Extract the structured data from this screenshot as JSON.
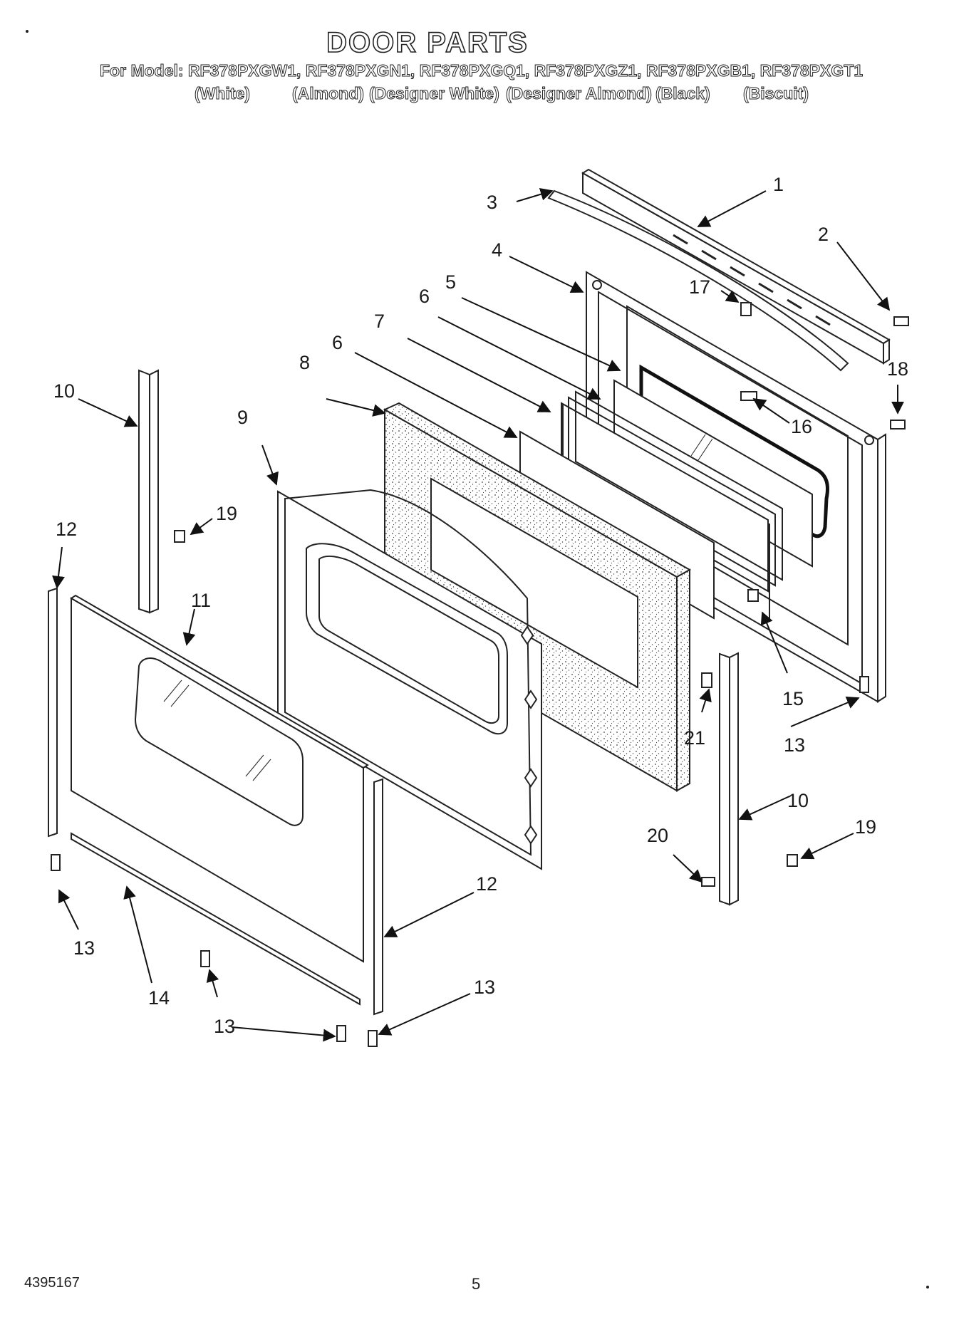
{
  "header": {
    "title": "DOOR PARTS",
    "models_line": "For Model: RF378PXGW1, RF378PXGN1, RF378PXGQ1, RF378PXGZ1, RF378PXGB1, RF378PXGT1",
    "variants": [
      "(White)",
      "(Almond)",
      "(Designer White)",
      "(Designer Almond)",
      "(Black)",
      "(Biscuit)"
    ]
  },
  "callouts": [
    "1",
    "2",
    "3",
    "4",
    "5",
    "6",
    "7",
    "6",
    "8",
    "9",
    "10",
    "17",
    "16",
    "18",
    "19",
    "12",
    "11",
    "15",
    "21",
    "13",
    "10",
    "20",
    "19",
    "12",
    "13",
    "14",
    "13",
    "13"
  ],
  "footer": {
    "doc_number": "4395167",
    "page_number": "5"
  }
}
